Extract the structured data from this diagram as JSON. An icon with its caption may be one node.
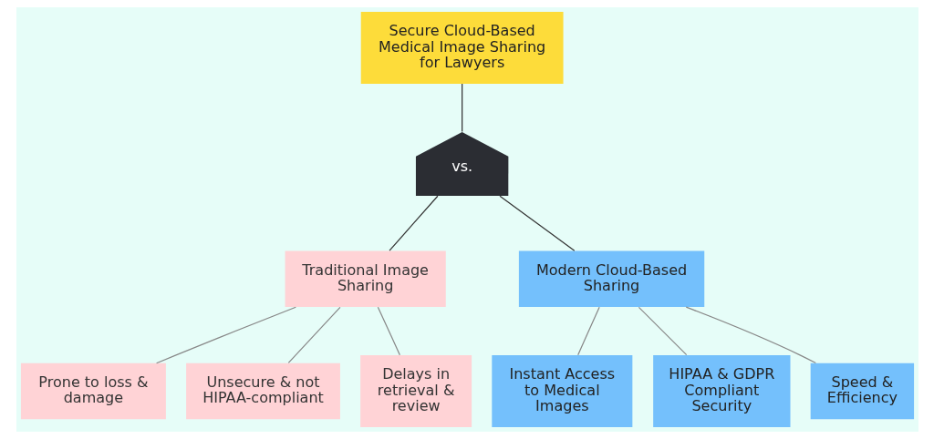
{
  "diagram": {
    "nodes": [
      {
        "text": [
          "Secure Cloud-Based Medical Image Sharing for Lawyers"
        ]
      },
      {
        "text": [
          "vs."
        ]
      },
      {
        "text": [
          "Traditional Image Sharing"
        ]
      },
      {
        "text": [
          "Modern Cloud-Based Sharing"
        ]
      },
      {
        "text": [
          "Prone to loss & damage"
        ]
      },
      {
        "text": [
          "Unsecure & not HIPAA-compliant"
        ]
      },
      {
        "text": [
          "Delays in retrieval & review"
        ]
      },
      {
        "text": [
          "Instant Access to Medical Images"
        ]
      },
      {
        "text": [
          "HIPAA & GDPR Compliant Security"
        ]
      },
      {
        "text": [
          "Speed & Efficiency"
        ]
      }
    ],
    "edges": [
      {
        "from": 0,
        "to": 1,
        "arrow": "none",
        "color": "#333333"
      },
      {
        "from": 1,
        "to": 2,
        "arrow": "none",
        "color": "#333333"
      },
      {
        "from": 1,
        "to": 3,
        "arrow": "none",
        "color": "#333333"
      },
      {
        "from": 2,
        "to": 4,
        "arrow": "none"
      },
      {
        "from": 2,
        "to": 5,
        "arrow": "none"
      },
      {
        "from": 2,
        "to": 6,
        "arrow": "none"
      },
      {
        "from": 3,
        "to": 7,
        "arrow": "none"
      },
      {
        "from": 3,
        "to": 8,
        "arrow": "none"
      },
      {
        "from": 3,
        "to": 9,
        "arrow": "none"
      }
    ]
  }
}
